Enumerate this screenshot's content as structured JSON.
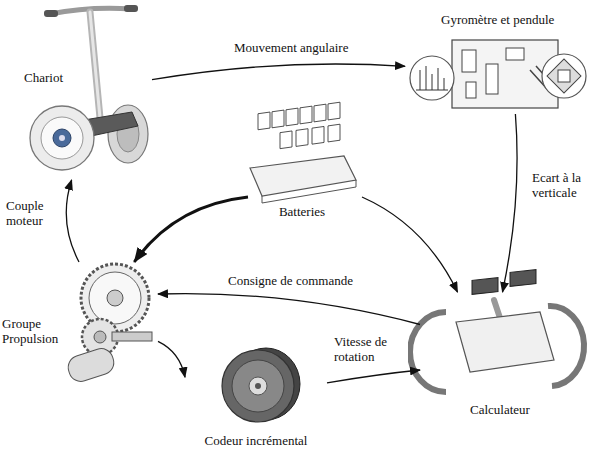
{
  "diagram": {
    "nodes": [
      {
        "text": [
          "Chariot"
        ]
      },
      {
        "text": [
          "Gyromètre et pendule"
        ]
      },
      {
        "text": [
          "Batteries"
        ]
      },
      {
        "text": [
          "Groupe Propulsion"
        ]
      },
      {
        "text": [
          "Codeur incrémental"
        ]
      },
      {
        "text": [
          "Calculateur"
        ]
      }
    ],
    "edges": [
      {
        "from": 0,
        "to": 1,
        "label": "Mouvement angulaire",
        "arrow": "to"
      },
      {
        "from": 1,
        "to": 5,
        "label": "Ecart à la verticale",
        "arrow": "to"
      },
      {
        "from": 2,
        "to": 3,
        "arrow": "to"
      },
      {
        "from": 2,
        "to": 5,
        "arrow": "to"
      },
      {
        "from": 5,
        "to": 3,
        "label": "Consigne de commande",
        "arrow": "to"
      },
      {
        "from": 3,
        "to": 4,
        "arrow": "to"
      },
      {
        "from": 4,
        "to": 5,
        "label": "Vitesse de rotation",
        "arrow": "to"
      },
      {
        "from": 3,
        "to": 0,
        "label": "Couple moteur",
        "arrow": "to"
      }
    ]
  }
}
